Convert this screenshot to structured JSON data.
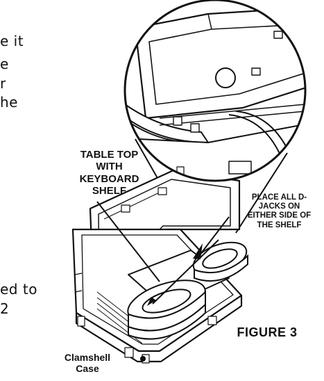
{
  "text_fragments": {
    "line1": "e it",
    "line2": "e",
    "line3": "r",
    "line4": "he",
    "line5": "ed to",
    "line6": "2"
  },
  "labels": {
    "table_top": [
      "TABLE TOP",
      "WITH",
      "KEYBOARD",
      "SHELF"
    ],
    "djacks": [
      "PLACE ALL D-",
      "JACKS ON",
      "EITHER SIDE OF",
      "THE SHELF"
    ],
    "clamshell": [
      "Clamshell",
      "Case"
    ],
    "figure": "FIGURE 3"
  }
}
